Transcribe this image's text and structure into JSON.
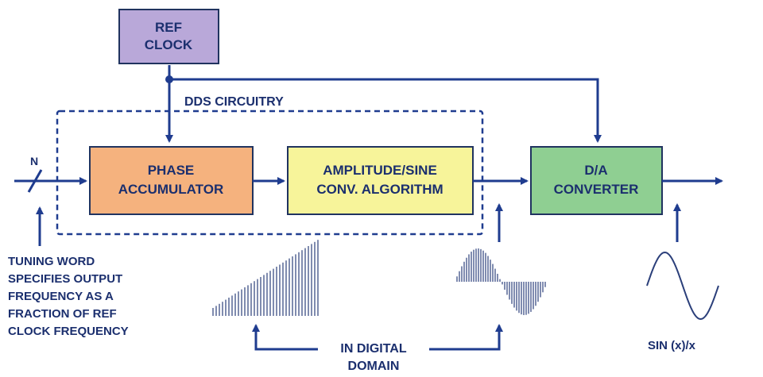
{
  "blocks": {
    "ref_clock": {
      "line1": "REF",
      "line2": "CLOCK",
      "color": "#b9a8d9"
    },
    "phase_accumulator": {
      "line1": "PHASE",
      "line2": "ACCUMULATOR",
      "color": "#f5b27e"
    },
    "amplitude_sine": {
      "line1": "AMPLITUDE/SINE",
      "line2": "CONV. ALGORITHM",
      "color": "#f7f49a"
    },
    "da_converter": {
      "line1": "D/A",
      "line2": "CONVERTER",
      "color": "#8fcf92"
    }
  },
  "labels": {
    "dds_circuitry": "DDS CIRCUITRY",
    "bus_width": "N",
    "tuning_word": [
      "TUNING WORD",
      "SPECIFIES OUTPUT",
      "FREQUENCY AS A",
      "FRACTION OF REF",
      "CLOCK FREQUENCY"
    ],
    "digital_domain": [
      "IN DIGITAL",
      "DOMAIN"
    ],
    "sinx": "SIN (x)/x"
  },
  "colors": {
    "wire": "#1f3c8f",
    "text": "#1b2f6e"
  }
}
